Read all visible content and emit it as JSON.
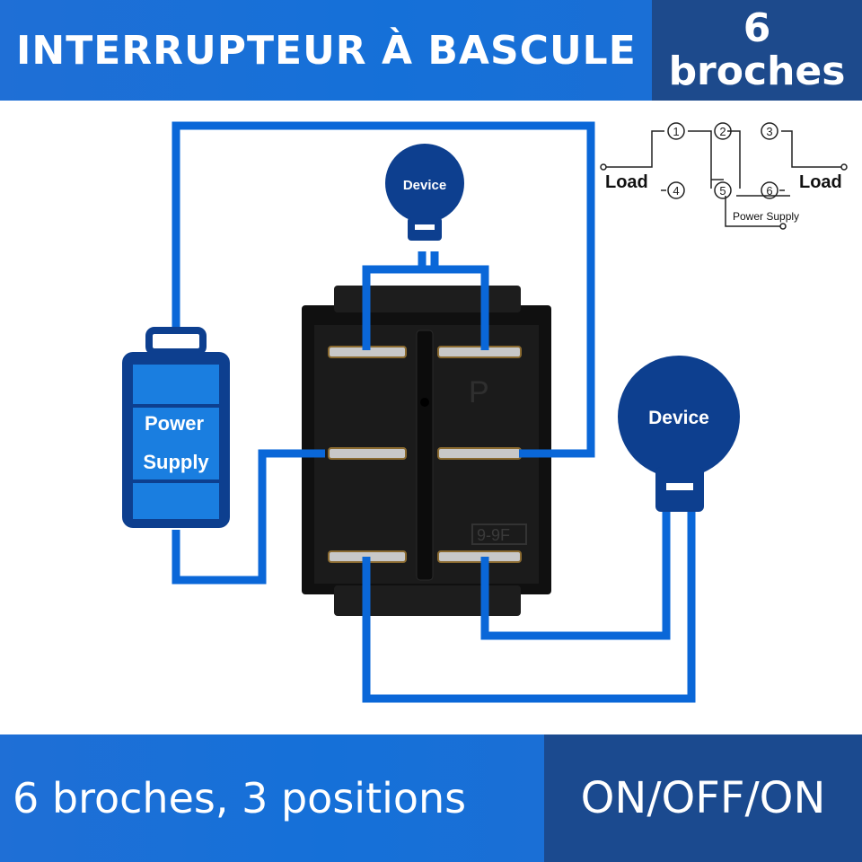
{
  "header": {
    "title": "INTERRUPTEUR À BASCULE",
    "pins_line1": "6",
    "pins_line2": "broches"
  },
  "footer": {
    "left_text": "6 broches, 3 positions",
    "right_text": "ON/OFF/ON"
  },
  "diagram": {
    "device_top_label": "Device",
    "device_right_label": "Device",
    "power_label_line1": "Power",
    "power_label_line2": "Supply",
    "switch_mark_p": "P",
    "switch_mark_code": "9-9F"
  },
  "schematic": {
    "pins": [
      "1",
      "2",
      "3",
      "4",
      "5",
      "6"
    ],
    "load_left": "Load",
    "load_right": "Load",
    "power_supply": "Power Supply"
  },
  "colors": {
    "wire_blue": "#0a67d8",
    "device_navy": "#0d3f8f",
    "banner_blue": "#1570d8",
    "banner_navy": "#1d4a8c"
  }
}
